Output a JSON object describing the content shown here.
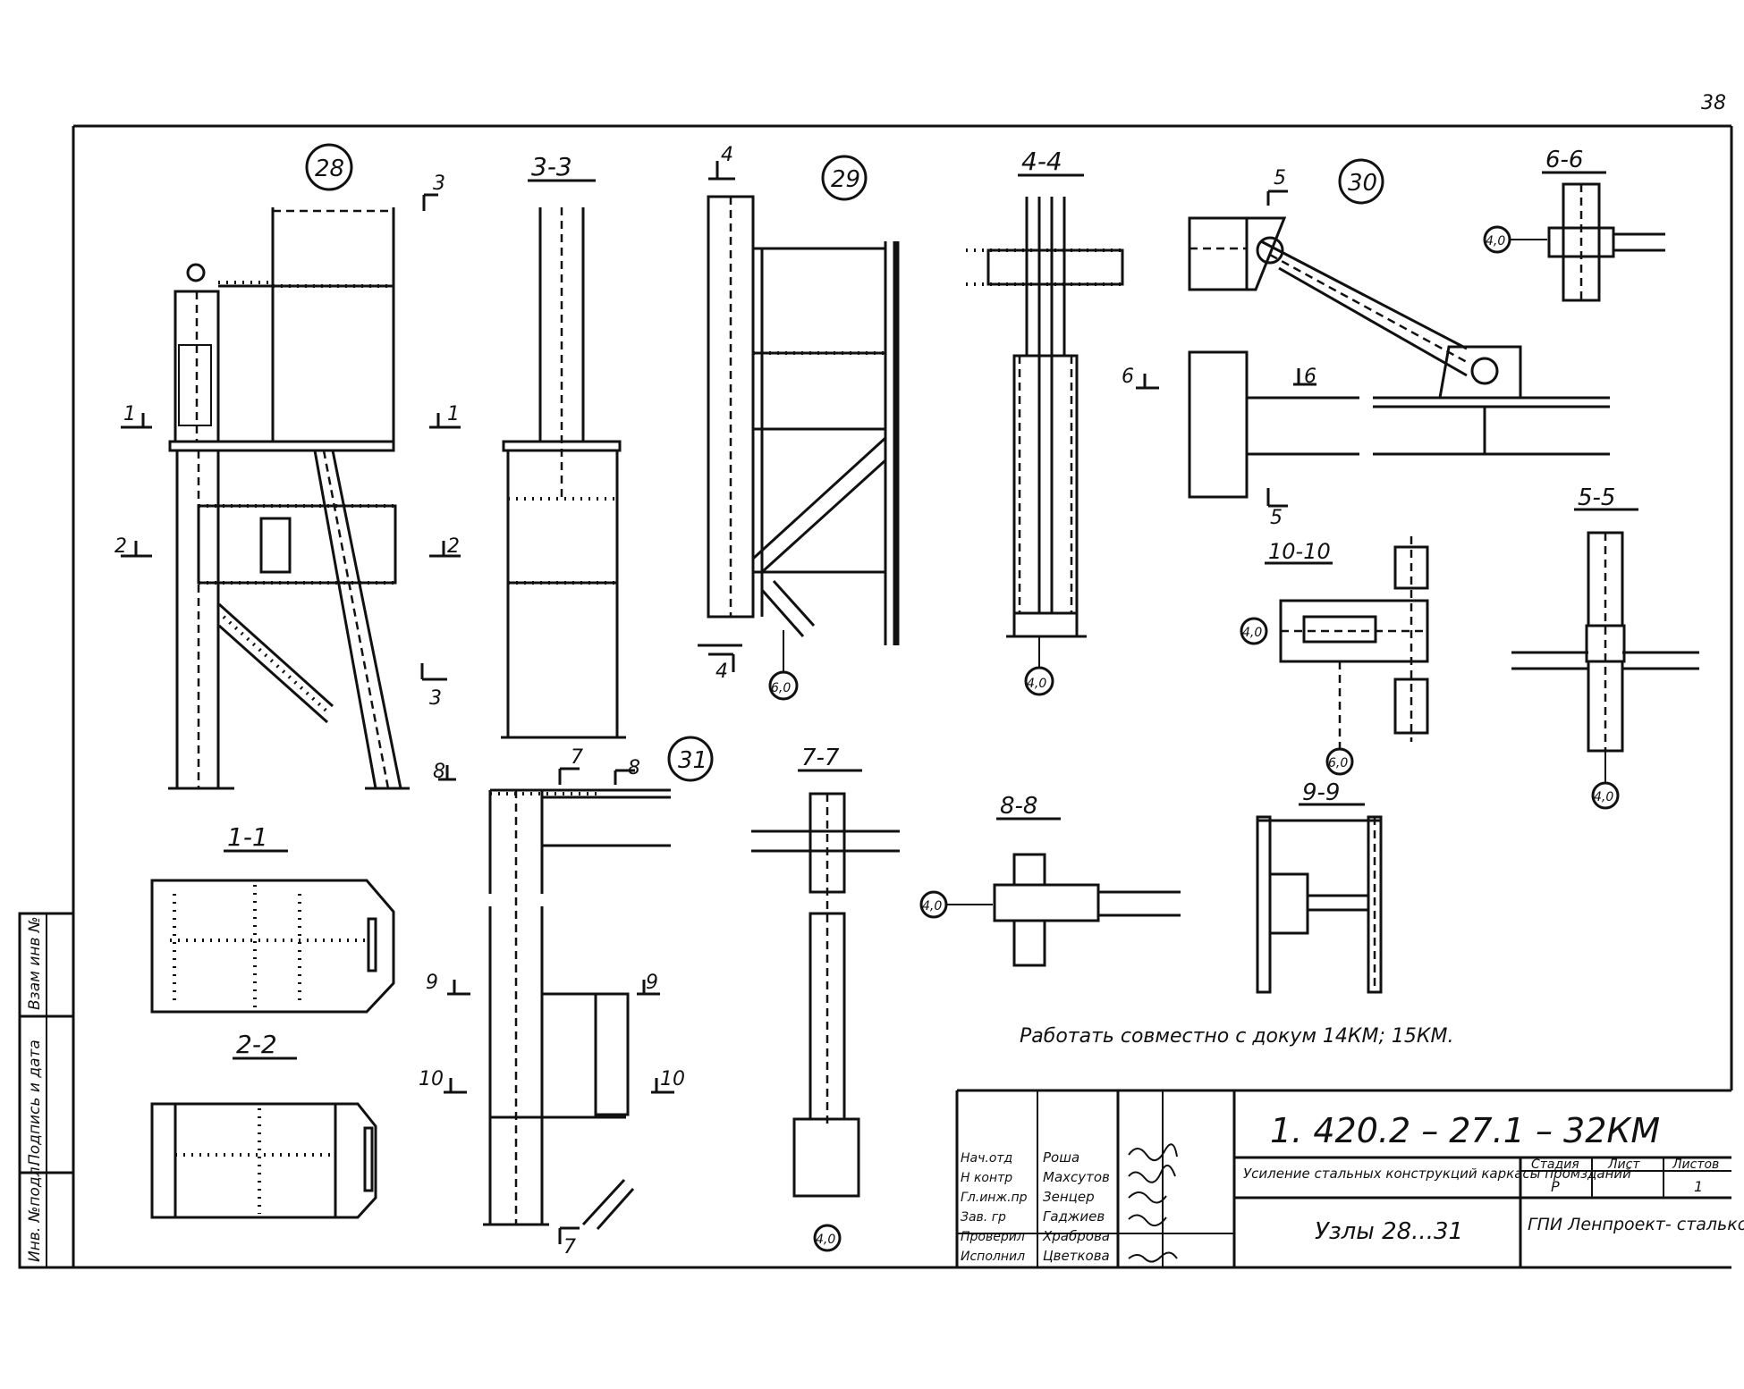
{
  "page_number": "38",
  "nodes": [
    "28",
    "29",
    "30",
    "31"
  ],
  "sections": [
    "3-3",
    "4-4",
    "6-6",
    "5-5",
    "10-10",
    "7-7",
    "8-8",
    "9-9",
    "1-1",
    "2-2"
  ],
  "cut_marks": [
    "1",
    "2",
    "3",
    "4",
    "5",
    "6",
    "7",
    "8",
    "9",
    "10"
  ],
  "weld_size": "4,0",
  "weld_size_alt": "6,0",
  "note": "Работать совместно с докум  14КМ; 15КМ.",
  "side_stamp": [
    "Инв. №подл.",
    "Подпись и дата",
    "Взам инв №"
  ],
  "title_block": {
    "doc_code": "1. 420.2 – 27.1 – 32КМ",
    "title": "Усиление стальных конструкций каркасы промзданий",
    "subtitle": "Узлы  28...31",
    "org": "ГПИ Ленпроект- стальконструкция",
    "stage_label": "Стадия",
    "sheet_label": "Лист",
    "sheets_label": "Листов",
    "stage": "Р",
    "sheets": "1",
    "roles": [
      "Нач.отд",
      "Н контр",
      "Гл.инж.пр",
      "Зав. гр",
      "Проверил",
      "Исполнил"
    ],
    "names": [
      "Роша",
      "Махсутов",
      "Зенцер",
      "Гаджиев",
      "Храброва",
      "Цветкова"
    ]
  }
}
